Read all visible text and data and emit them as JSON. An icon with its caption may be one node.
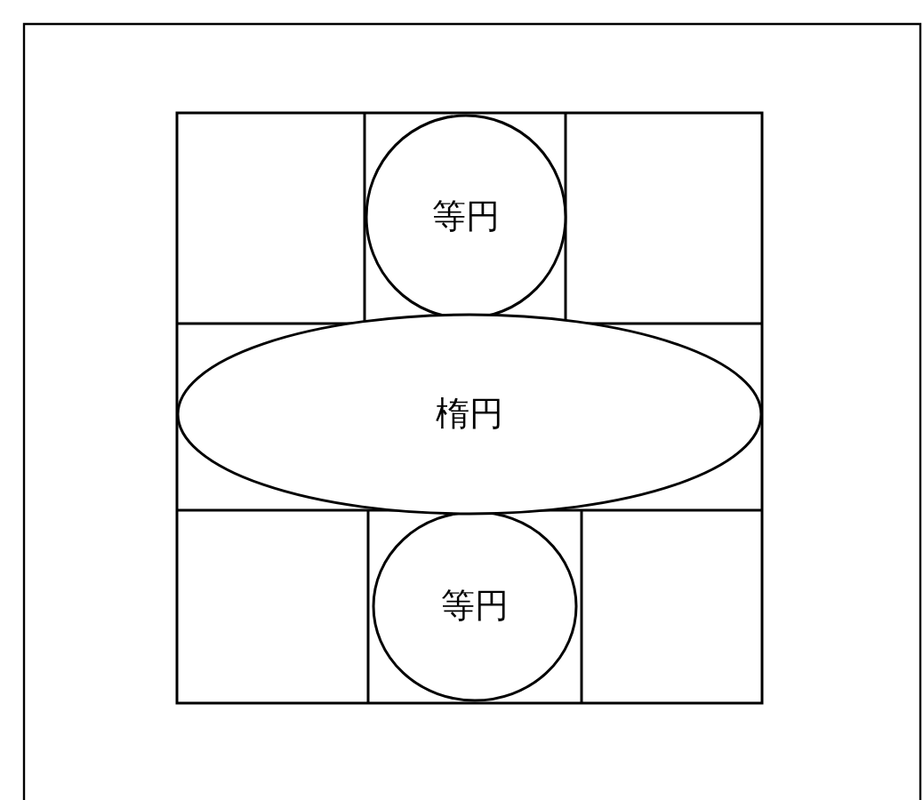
{
  "diagram": {
    "nodes": [
      {
        "text": [
          "等円"
        ]
      },
      {
        "text": [
          "楕円"
        ]
      },
      {
        "text": [
          "等円"
        ]
      }
    ]
  }
}
